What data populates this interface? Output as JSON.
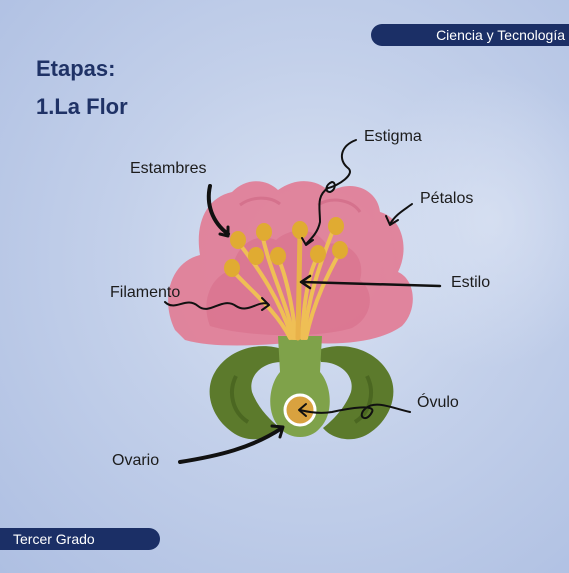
{
  "header": {
    "subject": "Ciencia y Tecnología"
  },
  "title": {
    "stages": "Etapas:",
    "topic": "1.La Flor"
  },
  "labels": {
    "stigma": "Estigma",
    "stamens": "Estambres",
    "petals": "Pétalos",
    "filament": "Filamento",
    "style": "Estilo",
    "ovule": "Óvulo",
    "ovary": "Ovario"
  },
  "footer": {
    "grade": "Tercer Grado"
  },
  "colors": {
    "tag_background": "#1b2f66",
    "heading": "#1f3266",
    "petal": "#e07f98",
    "sepal": "#5c7a2c",
    "stalk": "#7fa24a",
    "anther": "#e0ab32",
    "filament": "#efbf55",
    "ovule": "#d9a23f"
  }
}
